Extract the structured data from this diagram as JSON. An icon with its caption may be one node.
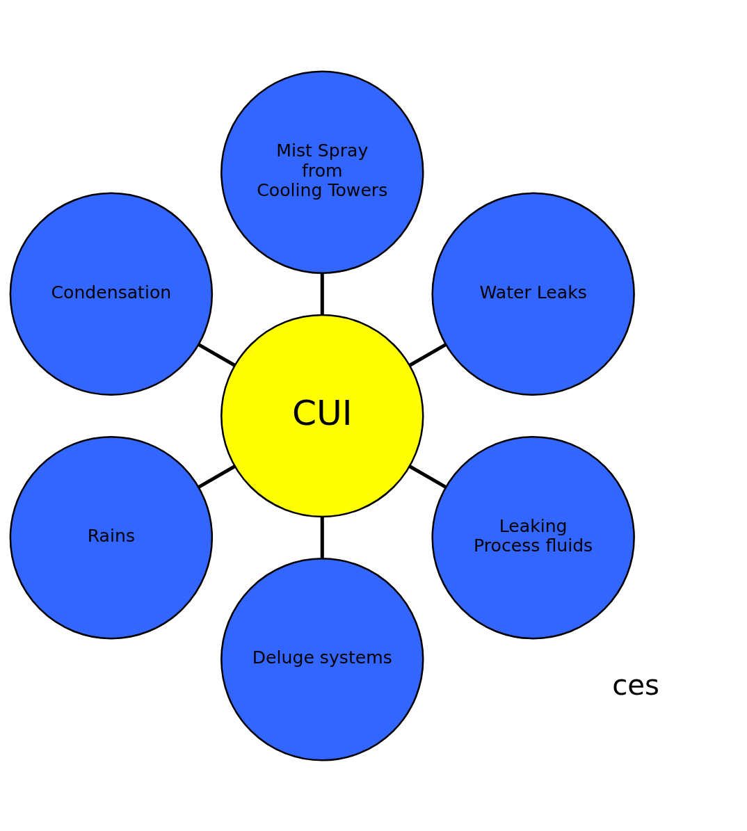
{
  "diagram": {
    "nodes": [
      {
        "text": [
          "Water Leaks"
        ]
      },
      {
        "text": [
          "Mist Spray from Cooling Towers"
        ]
      },
      {
        "text": [
          "Condensation"
        ]
      },
      {
        "text": [
          "CUI"
        ]
      },
      {
        "text": [
          "Rains"
        ]
      },
      {
        "text": [
          "Deluge systems"
        ]
      },
      {
        "text": [
          "Leaking Process fluids"
        ]
      }
    ],
    "edges": [
      {
        "from": 3,
        "to": 0,
        "arrow": "none"
      },
      {
        "from": 3,
        "to": 2,
        "arrow": "none"
      },
      {
        "from": 3,
        "to": 5,
        "arrow": "none"
      },
      {
        "from": 3,
        "to": 6,
        "arrow": "none"
      },
      {
        "from": 3,
        "to": 4,
        "arrow": "none"
      },
      {
        "from": 3,
        "to": 1,
        "arrow": "none"
      }
    ],
    "labels": [
      "ces"
    ]
  }
}
